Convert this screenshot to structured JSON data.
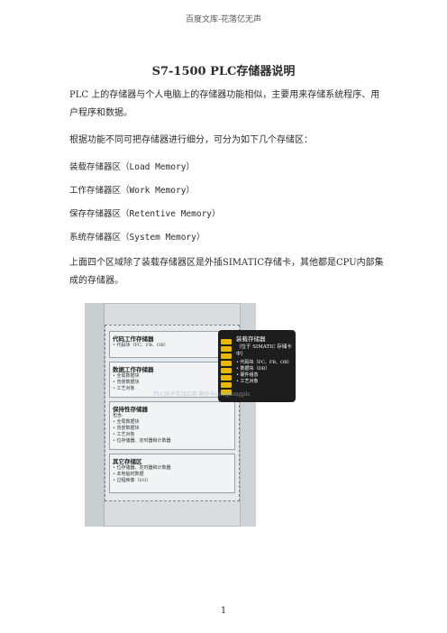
{
  "header": "百度文库-花落亿无声",
  "title": "S7-1500 PLC存储器说明",
  "paragraphs": [
    "PLC 上的存储器与个人电脑上的存储器功能相似，主要用来存储系统程序、用户程序和数据。",
    "根据功能不同可把存储器进行细分，可分为如下几个存储区：",
    "装载存储器区（Load Memory）",
    "工作存储器区（Work Memory）",
    "保存存储器区（Retentive Memory）",
    "系统存储器区（System Memory）",
    "上面四个区域除了装载存储器区是外插SIMATIC存储卡，其他都是CPU内部集成的存储器。"
  ],
  "figure": {
    "boxes": [
      {
        "title": "代码工作存储器",
        "items": [
          "• 代码块（FC、FB、OB）"
        ]
      },
      {
        "title": "数据工作存储器",
        "items": [
          "• 全局数据块",
          "• 背景数据块",
          "• 工艺对象"
        ]
      },
      {
        "title": "保持性存储器",
        "items": [
          "包含:",
          "• 全局数据块",
          "• 背景数据块",
          "• 工艺对象",
          "• 位存储器、定时器和计数器"
        ]
      },
      {
        "title": "其它存储区",
        "items": [
          "• 位存储器、定时器和计数器",
          "• 本地临时数据",
          "• 过程映像（I/O）"
        ]
      }
    ],
    "card": {
      "title": "装载存储器",
      "subtitle": "（位于 SIMATIC 存储卡中）",
      "items": [
        "• 代码块（FC、FB、OB）",
        "• 数据块（DB）",
        "• 硬件组态",
        "• 工艺对象"
      ]
    },
    "watermark": "PLC技术交流应用 微信号gongkongplc"
  },
  "page_number": "1"
}
